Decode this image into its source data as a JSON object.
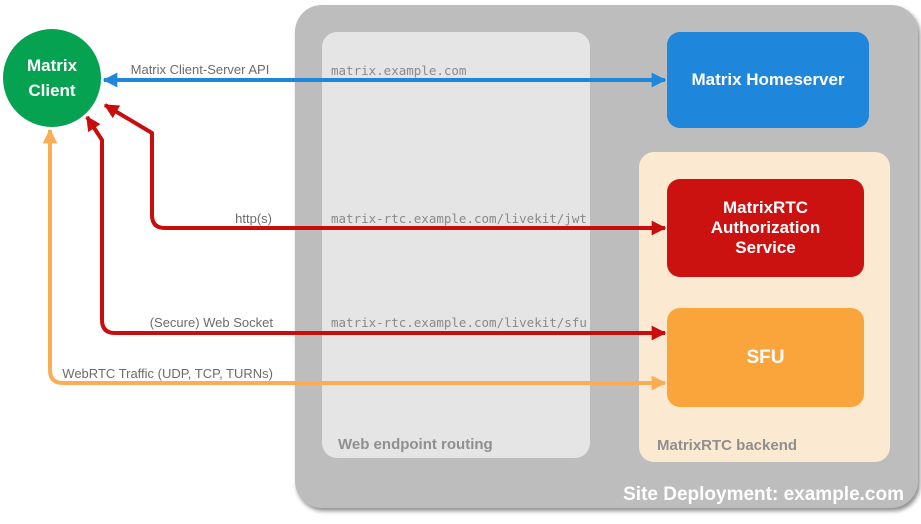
{
  "colors": {
    "green": "#05A351",
    "blue": "#1E86DB",
    "red_box": "#CC1111",
    "red_arrow": "#C90D0D",
    "orange_box": "#FAA53C",
    "orange_arrow": "#FBAD55",
    "peach": "#FCE9D2",
    "container_gray": "#BDBDBD",
    "inner_gray": "#E5E5E5",
    "label_gray": "#6B6B6B",
    "section_gray": "#8F8F8F",
    "url_gray": "#8A8A8A"
  },
  "client": {
    "line1": "Matrix",
    "line2": "Client"
  },
  "nodes": {
    "homeserver": {
      "label": "Matrix Homeserver"
    },
    "auth": {
      "line1": "MatrixRTC",
      "line2": "Authorization",
      "line3": "Service"
    },
    "sfu": {
      "label": "SFU"
    }
  },
  "containers": {
    "site": {
      "label": "Site Deployment: example.com"
    },
    "routing": {
      "label": "Web endpoint routing"
    },
    "backend": {
      "label": "MatrixRTC backend"
    }
  },
  "flows": {
    "cs_api": {
      "label": "Matrix Client-Server API",
      "endpoint": "matrix.example.com"
    },
    "jwt": {
      "label": "http(s)",
      "endpoint": "matrix-rtc.example.com/livekit/jwt"
    },
    "ws": {
      "label": "(Secure) Web Socket",
      "endpoint": "matrix-rtc.example.com/livekit/sfu"
    },
    "webrtc": {
      "label": "WebRTC Traffic (UDP, TCP, TURNs)"
    }
  }
}
